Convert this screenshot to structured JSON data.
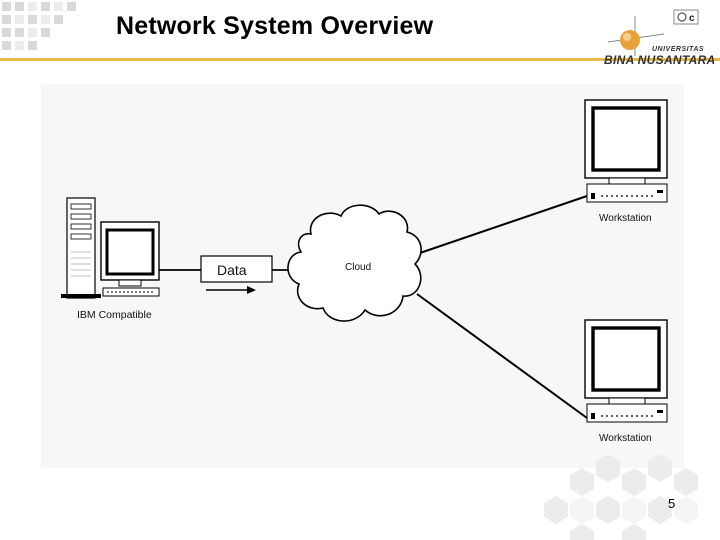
{
  "slide": {
    "title": "Network System Overview",
    "page_number": "5",
    "logo": {
      "line1": "UNIVERSITAS",
      "line2": "BINA NUSANTARA"
    }
  },
  "diagram": {
    "source_label": "IBM Compatible",
    "data_label": "Data",
    "cloud_label": "Cloud",
    "workstation_top_label": "Workstation",
    "workstation_bottom_label": "Workstation"
  },
  "colors": {
    "accent_rule": "#e8b84a",
    "panel_bg": "#f7f7f7",
    "hex_decor": "#eeeeee"
  }
}
